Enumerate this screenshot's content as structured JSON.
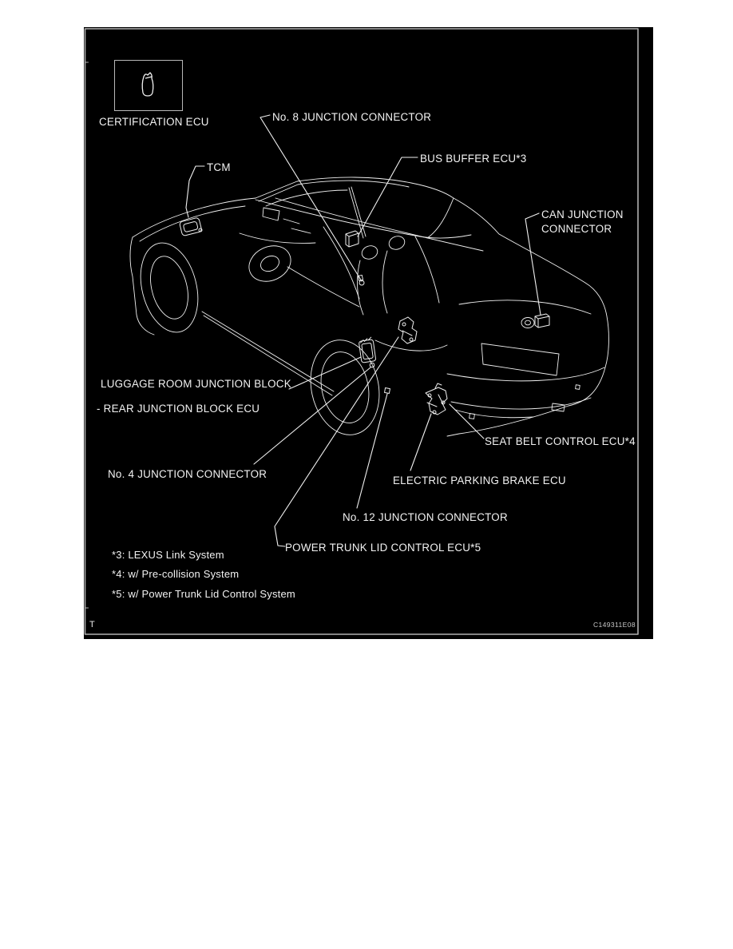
{
  "figure": {
    "certification_box_label": "CERTIFICATION ECU",
    "labels": {
      "no8": "No. 8 JUNCTION CONNECTOR",
      "tcm": "TCM",
      "bus_buffer": "BUS BUFFER ECU*3",
      "can_junction_line1": "CAN JUNCTION",
      "can_junction_line2": "CONNECTOR",
      "luggage_line1": "LUGGAGE ROOM JUNCTION BLOCK",
      "luggage_line2": "- REAR JUNCTION BLOCK ECU",
      "no4": "No. 4 JUNCTION CONNECTOR",
      "seat_belt": "SEAT BELT CONTROL ECU*4",
      "epb": "ELECTRIC PARKING BRAKE ECU",
      "no12": "No. 12 JUNCTION CONNECTOR",
      "power_trunk": "POWER TRUNK LID CONTROL ECU*5"
    },
    "footnotes": [
      "*3: LEXUS Link System",
      "*4: w/ Pre-collision System",
      "*5: w/ Power Trunk Lid Control System"
    ],
    "corner_mark": "T",
    "figure_code": "C149311E08",
    "colors": {
      "background": "#000000",
      "line_art": "#f0f0f0",
      "frame_border": "#b0b0b0"
    }
  }
}
